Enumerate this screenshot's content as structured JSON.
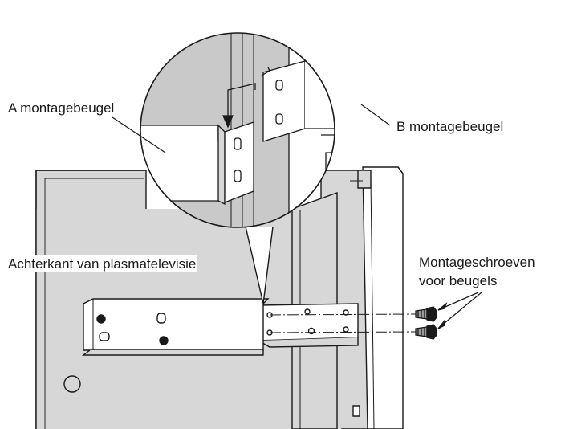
{
  "labels": {
    "bracket_a": "A montagebeugel",
    "bracket_b": "B montagebeugel",
    "rear_tv": "Achterkant van plasmatelevisie",
    "screws_line1": "Montageschroeven",
    "screws_line2": "voor beugels"
  },
  "colors": {
    "panel_gray": "#d7d7d7",
    "zoom_gray": "#c9c9c9",
    "line": "#1a1a1a",
    "background": "#ffffff"
  }
}
